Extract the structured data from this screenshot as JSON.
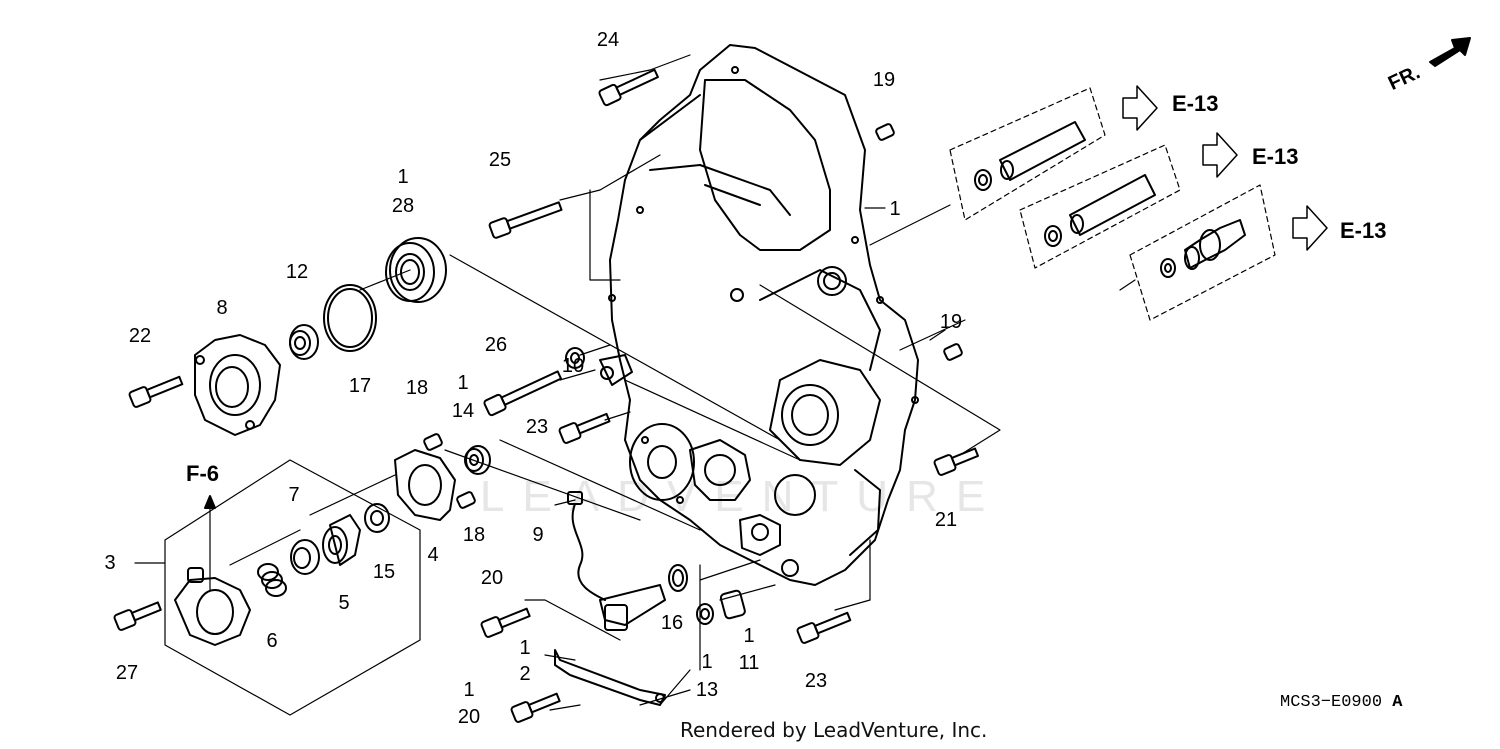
{
  "callouts": {
    "c24": "24",
    "c19a": "19",
    "c25": "25",
    "c1a": "1",
    "c1b": "1",
    "c28": "28",
    "c12": "12",
    "c8": "8",
    "c22": "22",
    "c17": "17",
    "c19b": "19",
    "c26": "26",
    "c10": "10",
    "c1c": "1",
    "c14": "14",
    "c18a": "18",
    "c23a": "23",
    "c21": "21",
    "c18b": "18",
    "c7": "7",
    "c4": "4",
    "c15": "15",
    "c9": "9",
    "c3": "3",
    "c5": "5",
    "c6": "6",
    "c27": "27",
    "c20a": "20",
    "c16": "16",
    "c1d": "1",
    "c11": "11",
    "c1e": "1",
    "c13": "13",
    "c23b": "23",
    "c1f": "1",
    "c2": "2",
    "c1g": "1",
    "c20b": "20"
  },
  "refs": {
    "e13_top": "E-13",
    "e13_mid": "E-13",
    "e13_bot": "E-13",
    "f6": "F-6",
    "fr": "FR."
  },
  "diagram_code": "MCS3−E0900",
  "diagram_code_suffix": "A",
  "footer_text": "Rendered by LeadVenture, Inc.",
  "watermark": "LEADVENTURE"
}
